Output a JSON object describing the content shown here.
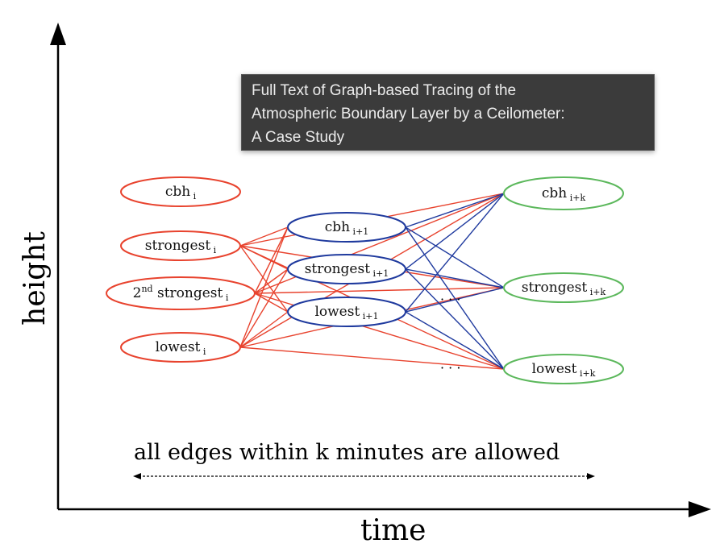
{
  "axes": {
    "y_label": "height",
    "x_label": "time"
  },
  "caption": "all edges within k minutes are allowed",
  "colors": {
    "left": "#e8432e",
    "middle": "#1f3a9e",
    "right": "#5cb85c"
  },
  "nodes": {
    "left": [
      {
        "base": "cbh",
        "sub": "i"
      },
      {
        "base": "strongest",
        "sub": "i"
      },
      {
        "base": "strongest",
        "sup": "nd",
        "prefix": "2",
        "sub": "i"
      },
      {
        "base": "lowest",
        "sub": "i"
      }
    ],
    "middle": [
      {
        "base": "cbh",
        "sub": "i+1"
      },
      {
        "base": "strongest",
        "sub": "i+1"
      },
      {
        "base": "lowest",
        "sub": "i+1"
      }
    ],
    "right": [
      {
        "base": "cbh",
        "sub": "i+k"
      },
      {
        "base": "strongest",
        "sub": "i+k"
      },
      {
        "base": "lowest",
        "sub": "i+k"
      }
    ]
  },
  "ellipsis": "· · ·",
  "tooltip": {
    "lines": [
      "Full Text of Graph-based Tracing of the",
      "Atmospheric Boundary Layer by a Ceilometer:",
      "A Case Study"
    ]
  }
}
